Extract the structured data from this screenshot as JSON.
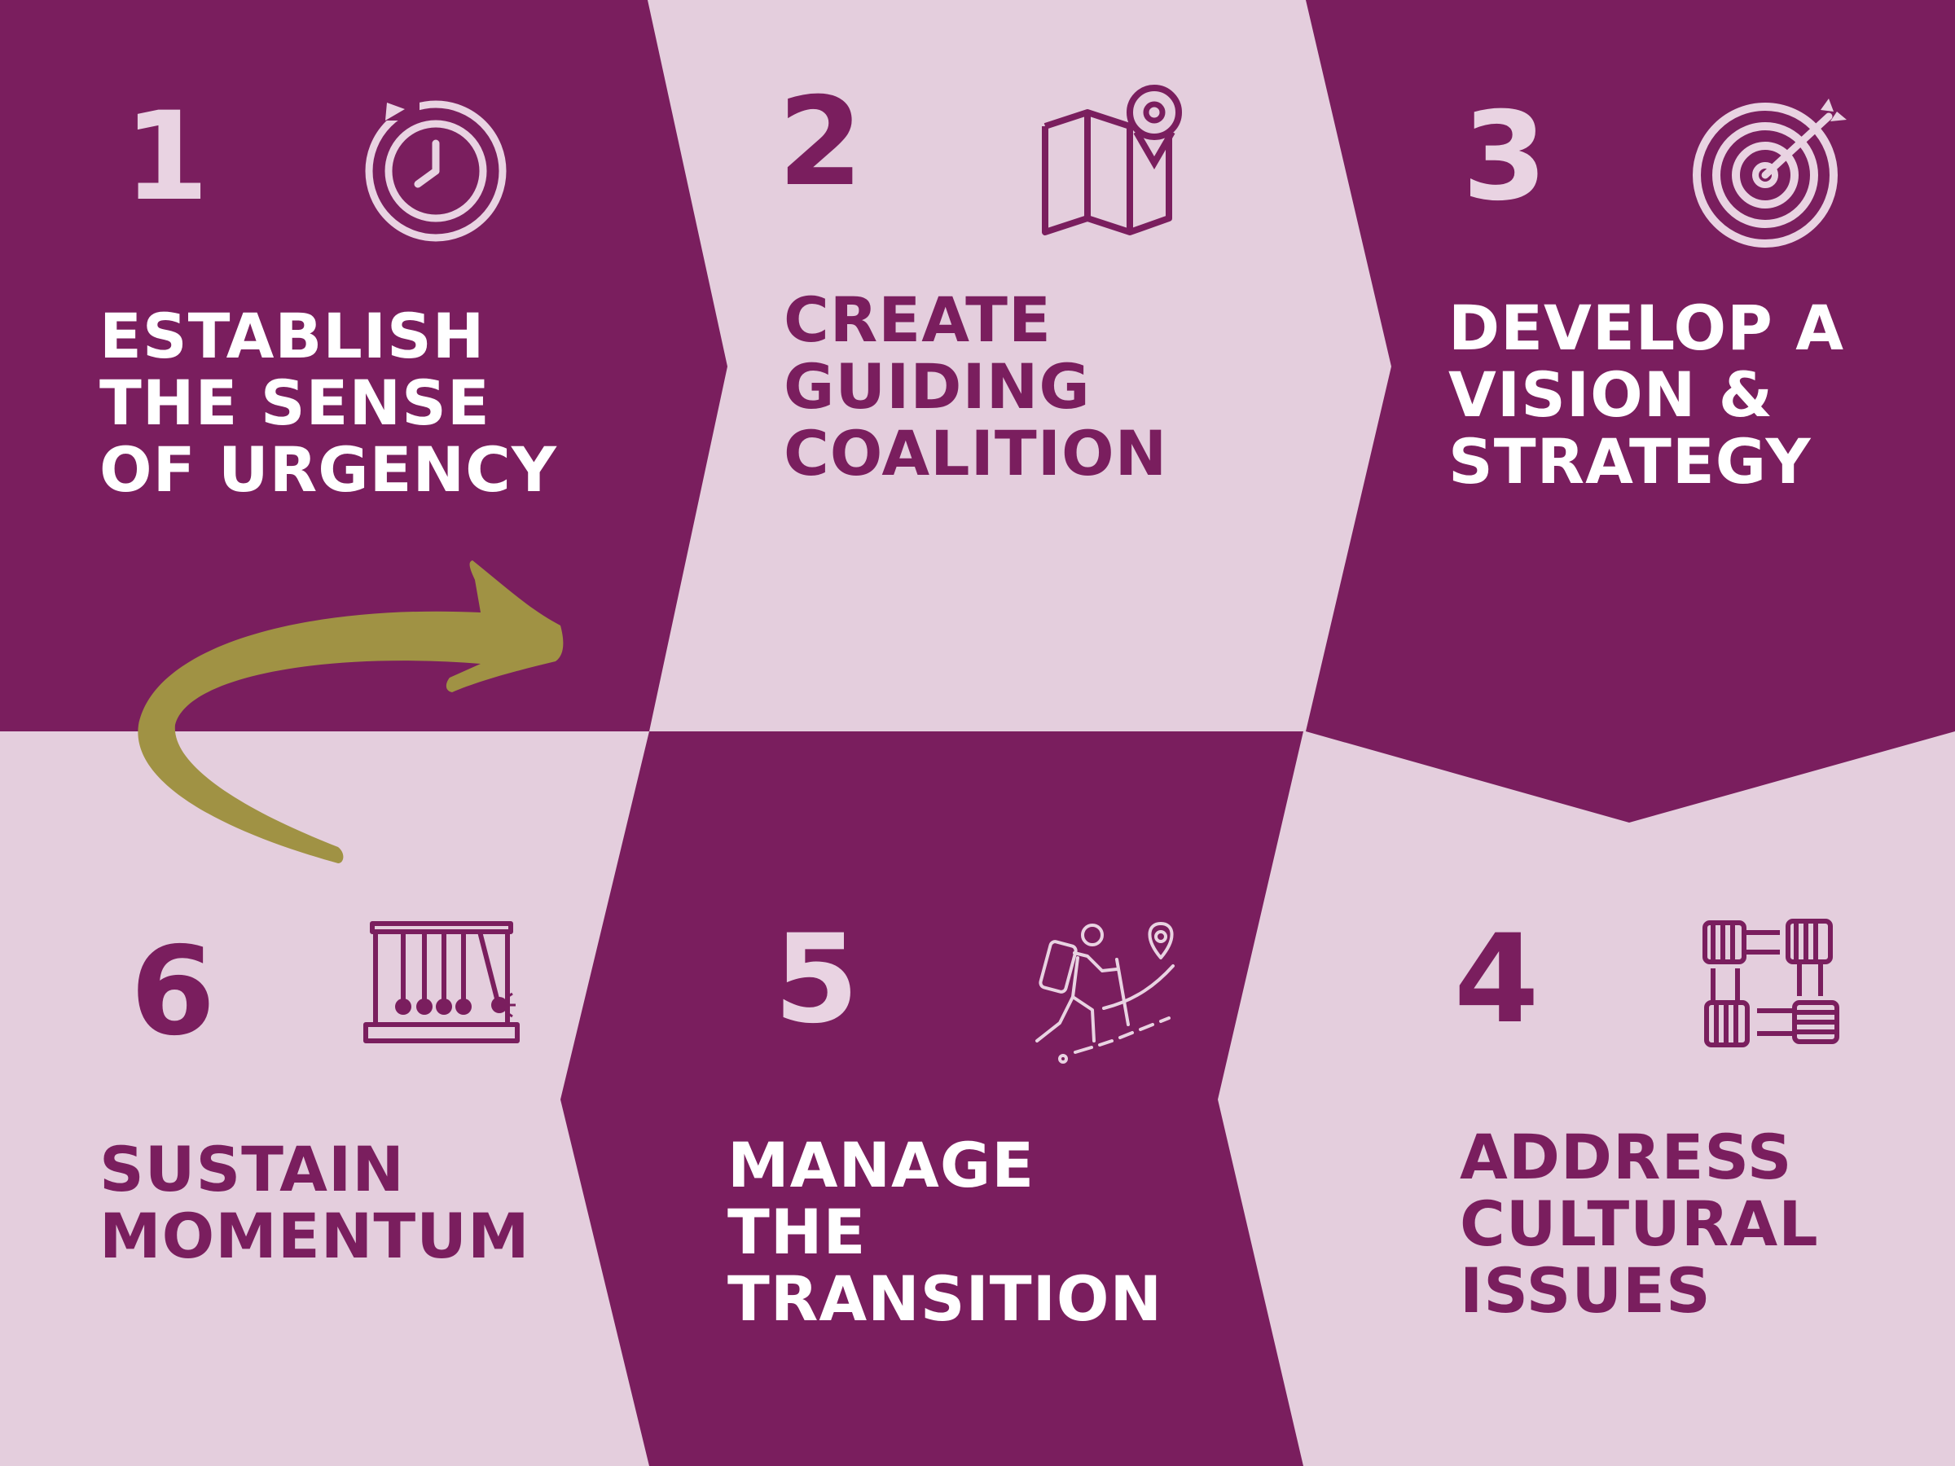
{
  "colors": {
    "dark_purple": "#7a1e5e",
    "light_pink": "#e4cedd",
    "icon_light": "#e9d3e2",
    "arrow_olive": "#a09244",
    "text_white": "#ffffff"
  },
  "steps": [
    {
      "number": "1",
      "title_lines": [
        "ESTABLISH",
        "THE SENSE",
        "OF URGENCY"
      ],
      "icon": "stopwatch-icon"
    },
    {
      "number": "2",
      "title_lines": [
        "CREATE",
        "GUIDING",
        "COALITION"
      ],
      "icon": "map-pin-icon"
    },
    {
      "number": "3",
      "title_lines": [
        "DEVELOP A",
        "VISION &",
        "STRATEGY"
      ],
      "icon": "target-arrow-icon"
    },
    {
      "number": "4",
      "title_lines": [
        "ADDRESS",
        "CULTURAL",
        "ISSUES"
      ],
      "icon": "joined-hands-icon"
    },
    {
      "number": "5",
      "title_lines": [
        "MANAGE",
        "THE",
        "TRANSITION"
      ],
      "icon": "hiker-icon"
    },
    {
      "number": "6",
      "title_lines": [
        "SUSTAIN",
        "MOMENTUM"
      ],
      "icon": "newtons-cradle-icon"
    }
  ]
}
